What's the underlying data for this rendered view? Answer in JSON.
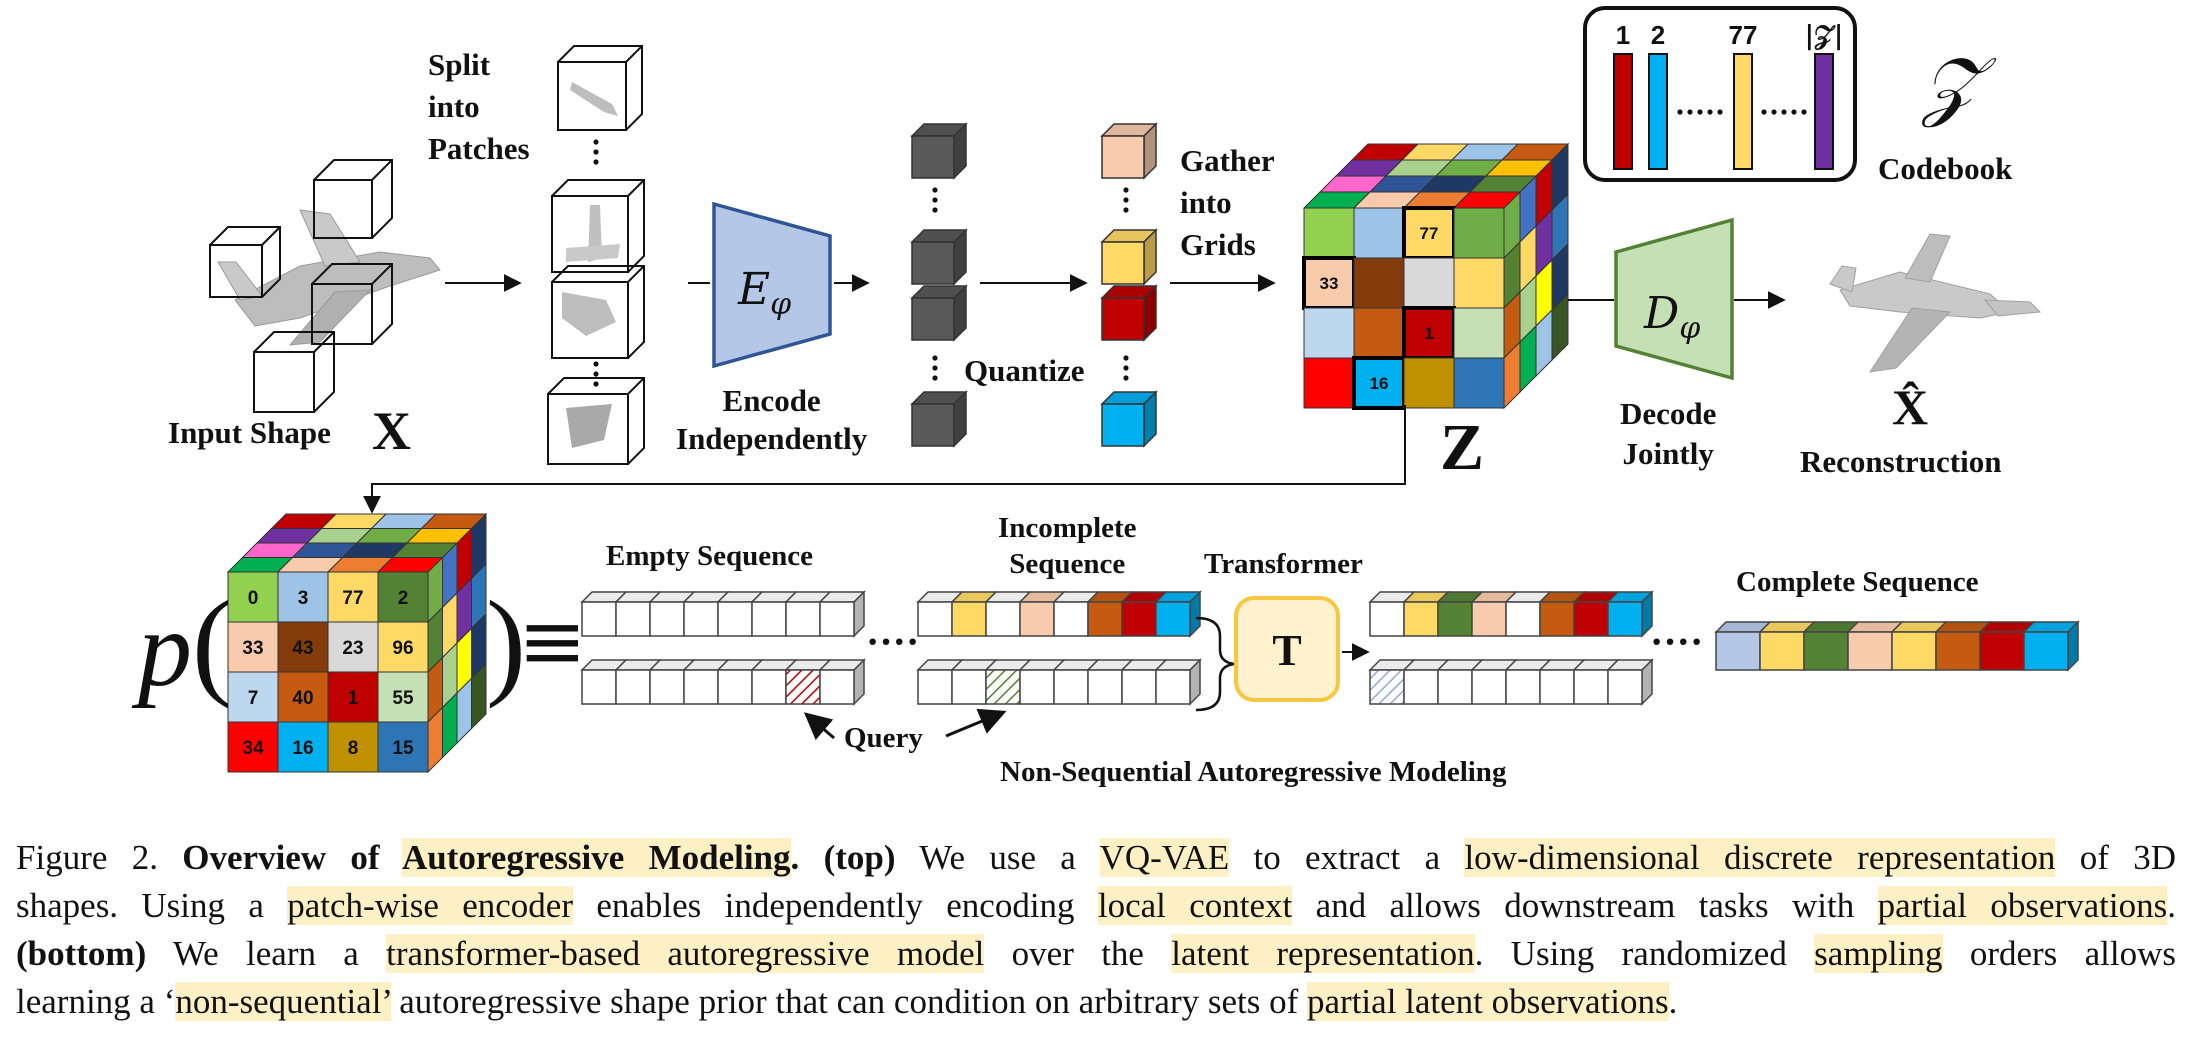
{
  "figure": {
    "labels": {
      "split_into_patches": "Split\ninto\nPatches",
      "input_shape": "Input Shape",
      "input_symbol": "X",
      "encoder_symbol": "E",
      "encoder_sub": "φ",
      "encode_independently": "Encode\nIndependently",
      "quantize": "Quantize",
      "gather_into_grids": "Gather\ninto\nGrids",
      "latent_symbol": "Z",
      "decoder_symbol": "D",
      "decoder_sub": "φ",
      "decode_jointly": "Decode\nJointly",
      "reconstruction_symbol": "X̂",
      "reconstruction": "Reconstruction",
      "codebook_symbol": "𝒵",
      "codebook": "Codebook",
      "codebook_indices": [
        "1",
        "2",
        "77",
        "|𝒵|"
      ],
      "empty_sequence": "Empty Sequence",
      "incomplete_sequence": "Incomplete\nSequence",
      "transformer": "Transformer",
      "transformer_block": "T",
      "complete_sequence": "Complete Sequence",
      "query": "Query",
      "non_sequential": "Non-Sequential Autoregressive Modeling",
      "prob_p": "p",
      "open_paren": "(",
      "close_paren": ")",
      "equiv": "≡",
      "ellipsis": "····"
    },
    "latent_cube_indices": [
      "77",
      "33",
      "1",
      "16"
    ],
    "grid_cube_rows": [
      [
        "0",
        "3",
        "77",
        "2"
      ],
      [
        "33",
        "43",
        "23",
        "96"
      ],
      [
        "7",
        "40",
        "1",
        "55"
      ],
      [
        "34",
        "16",
        "8",
        "15"
      ]
    ],
    "colors": {
      "encoder_fill": "#b4c7e7",
      "encoder_stroke": "#2f5597",
      "decoder_fill": "#c5e0b4",
      "decoder_stroke": "#548235",
      "transformer_fill": "#fff2cc",
      "transformer_stroke": "#f7c744",
      "highlight": "#fdf0c4"
    }
  },
  "caption": {
    "lines": [
      [
        {
          "t": "Figure 2.  "
        },
        {
          "t": "Overview of ",
          "b": true
        },
        {
          "t": "Autoregressive Modeling",
          "b": true,
          "h": true
        },
        {
          "t": ".",
          "b": true
        },
        {
          "t": "  "
        },
        {
          "t": "(top)",
          "b": true
        },
        {
          "t": " We use a "
        },
        {
          "t": "VQ-VAE",
          "h": true
        },
        {
          "t": " to extract a "
        },
        {
          "t": "low-dimensional discrete representation",
          "h": true
        },
        {
          "t": " of 3D"
        }
      ],
      [
        {
          "t": "shapes. Using a "
        },
        {
          "t": "patch-wise encoder",
          "h": true
        },
        {
          "t": " enables independently encoding "
        },
        {
          "t": "local context",
          "h": true
        },
        {
          "t": " and allows downstream tasks with "
        },
        {
          "t": "partial observations",
          "h": true
        },
        {
          "t": "."
        }
      ],
      [
        {
          "t": "(bottom)",
          "b": true
        },
        {
          "t": " We learn a "
        },
        {
          "t": "transformer-based autoregressive model",
          "h": true
        },
        {
          "t": " over the "
        },
        {
          "t": "latent representation",
          "h": true
        },
        {
          "t": ".  Using randomized "
        },
        {
          "t": "sampling",
          "h": true
        },
        {
          "t": " orders allows"
        }
      ],
      [
        {
          "t": "learning a ‘"
        },
        {
          "t": "non-sequential’",
          "h": true
        },
        {
          "t": " autoregressive shape prior that can condition on arbitrary sets of "
        },
        {
          "t": "partial latent observations",
          "h": true
        },
        {
          "t": "."
        }
      ]
    ]
  }
}
